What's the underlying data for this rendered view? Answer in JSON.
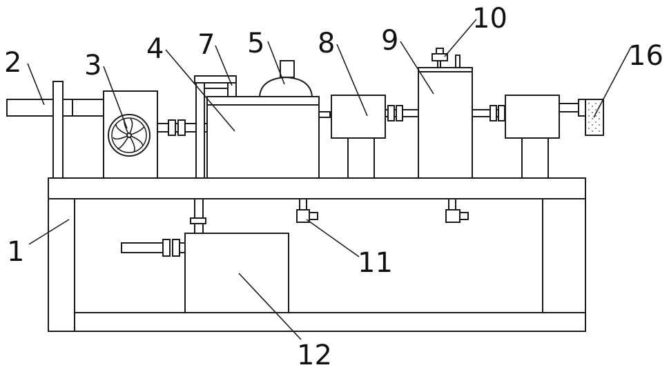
{
  "labels": {
    "l1": "1",
    "l2": "2",
    "l3": "3",
    "l4": "4",
    "l5": "5",
    "l7": "7",
    "l8": "8",
    "l9": "9",
    "l10": "10",
    "l11": "11",
    "l12": "12",
    "l16": "16"
  },
  "colors": {
    "stroke": "#1a1a1a",
    "background": "#ffffff"
  }
}
